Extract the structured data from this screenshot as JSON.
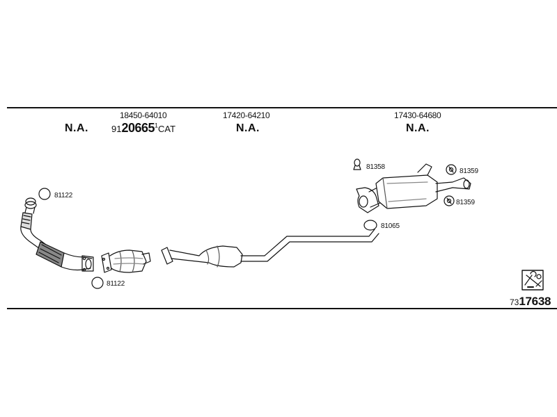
{
  "header": {
    "col1": {
      "na": "N.A."
    },
    "col2": {
      "part": "18450-64010",
      "cat_prefix": "91",
      "cat_number": "20665",
      "cat_mark": "1",
      "cat_suffix": "CAT"
    },
    "col3": {
      "part": "17420-64210",
      "na": "N.A."
    },
    "col4": {
      "part": "17430-64680",
      "na": "N.A."
    }
  },
  "callouts": {
    "front_top": "81122",
    "front_bottom": "81122",
    "rear_hanger": "81358",
    "rear_right_top": "81359",
    "rear_right_bottom": "81359",
    "mid_ring": "81065"
  },
  "footer": {
    "prefix": "73",
    "number": "17638"
  },
  "icons": {
    "tools": "tools-icon"
  }
}
